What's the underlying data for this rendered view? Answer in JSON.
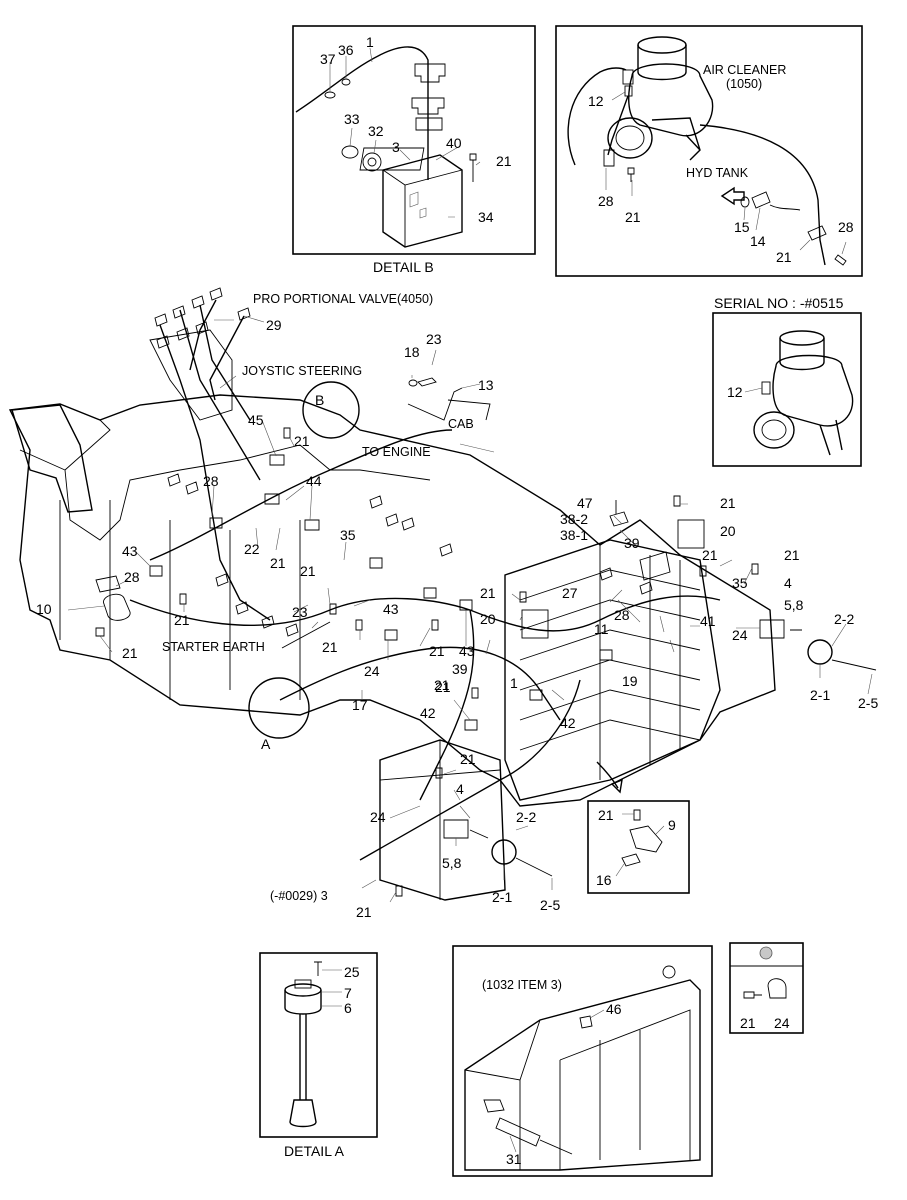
{
  "captions": {
    "detail_b": "DETAIL B",
    "detail_a": "DETAIL A",
    "serial": "SERIAL NO : -#0515"
  },
  "labels": {
    "air_cleaner": "AIR CLEANER",
    "air_cleaner_code": "(1050)",
    "hyd_tank": "HYD TANK",
    "proportional_valve": "PRO PORTIONAL VALVE(4050)",
    "joystick_steering": "JOYSTIC STEERING",
    "to_engine": "TO ENGINE",
    "cab": "CAB",
    "starter_earth": "STARTER EARTH",
    "callout_a": "A",
    "callout_b": "B",
    "item_3_note": "(-#0029) 3",
    "ref_1032": "(1032 ITEM 3)"
  },
  "part_numbers": {
    "db_37": "37",
    "db_36": "36",
    "db_1": "1",
    "db_33": "33",
    "db_32": "32",
    "db_3": "3",
    "db_40": "40",
    "db_21": "21",
    "db_34": "34",
    "ac_12": "12",
    "ac_28": "28",
    "ac_21": "21",
    "ac_15": "15",
    "ac_14": "14",
    "ac_21b": "21",
    "ac_28b": "28",
    "sr_12": "12",
    "m_29": "29",
    "m_18": "18",
    "m_23": "23",
    "m_13": "13",
    "m_45": "45",
    "m_21a": "21",
    "m_28a": "28",
    "m_44": "44",
    "m_22": "22",
    "m_21b": "21",
    "m_35a": "35",
    "m_43a": "43",
    "m_28b": "28",
    "m_10": "10",
    "m_21c": "21",
    "m_21d": "21",
    "m_21e": "21",
    "m_23b": "23",
    "m_43b": "43",
    "m_21f": "21",
    "m_24a": "24",
    "m_21g": "21",
    "m_43c": "43",
    "m_17": "17",
    "m_21h": "21",
    "m_47": "47",
    "m_38_2": "38-2",
    "m_38_1": "38-1",
    "m_39a": "39",
    "m_21i": "21",
    "m_20a": "20",
    "m_21j": "21",
    "m_21k": "21",
    "m_35b": "35",
    "m_4a": "4",
    "m_5_8a": "5,8",
    "m_2_2a": "2-2",
    "m_27": "27",
    "m_21l": "21",
    "m_20b": "20",
    "m_28c": "28",
    "m_11": "11",
    "m_41": "41",
    "m_24b": "24",
    "m_2_1a": "2-1",
    "m_2_5a": "2-5",
    "m_39b": "39",
    "m_19": "19",
    "m_1": "1",
    "m_21m": "21",
    "m_42a": "42",
    "m_42b": "42",
    "m_21n": "21",
    "m_4b": "4",
    "m_24c": "24",
    "m_2_2b": "2-2",
    "m_5_8b": "5,8",
    "m_2_1b": "2-1",
    "m_2_5b": "2-5",
    "m_21o": "21",
    "ins_21": "21",
    "ins_9": "9",
    "ins_16": "16",
    "da_25": "25",
    "da_7": "7",
    "da_6": "6",
    "rad_46": "46",
    "rad_31": "31",
    "sm_21": "21",
    "sm_24": "24"
  }
}
